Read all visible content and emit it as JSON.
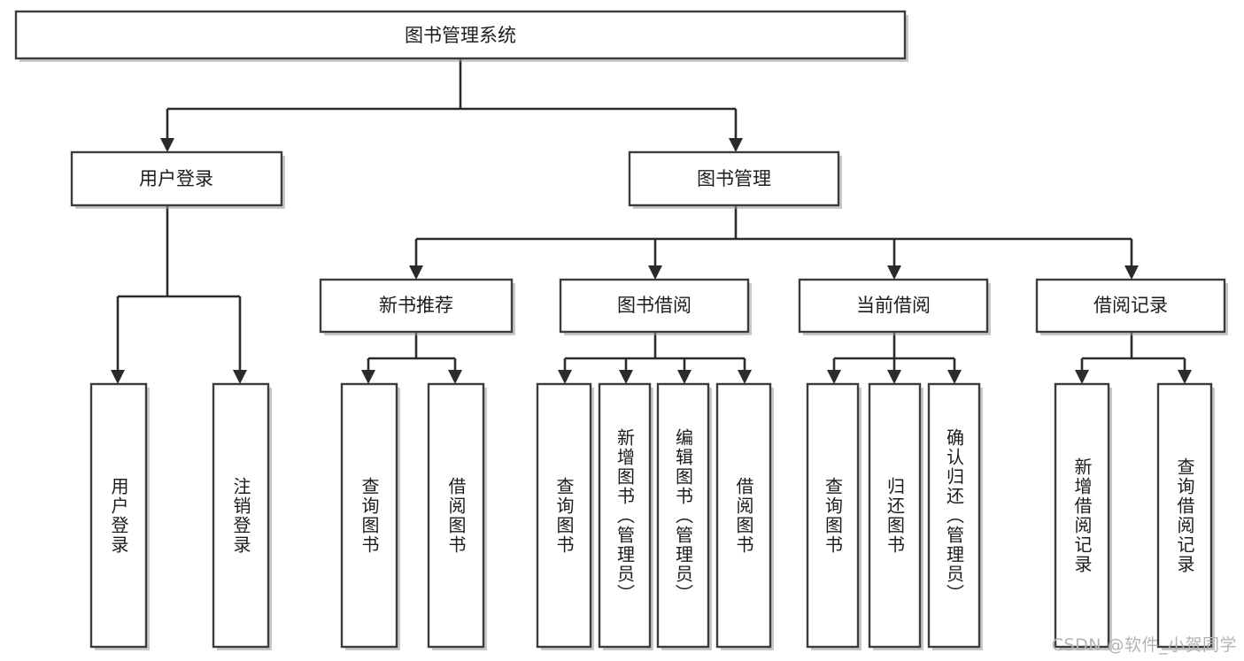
{
  "diagram": {
    "type": "tree",
    "title": "图书管理系统",
    "orientation": "top-down",
    "background_color": "#ffffff",
    "box_border_color": "#3c3c3c",
    "connector_color": "#2b2b2b",
    "text_color": "#1c1c1c"
  },
  "root": {
    "label": "图书管理系统"
  },
  "level2": [
    {
      "label": "用户登录"
    },
    {
      "label": "图书管理"
    }
  ],
  "level3": [
    {
      "label": "新书推荐"
    },
    {
      "label": "图书借阅"
    },
    {
      "label": "当前借阅"
    },
    {
      "label": "借阅记录"
    }
  ],
  "leaves": {
    "user_login": [
      {
        "label": "用户登录"
      },
      {
        "label": "注销登录"
      }
    ],
    "new_book": [
      {
        "label": "查询图书"
      },
      {
        "label": "借阅图书"
      }
    ],
    "book_borrow": [
      {
        "label": "查询图书"
      },
      {
        "label": "新增图书（管理员）"
      },
      {
        "label": "编辑图书（管理员）"
      },
      {
        "label": "借阅图书"
      }
    ],
    "current_borrow": [
      {
        "label": "查询图书"
      },
      {
        "label": "归还图书"
      },
      {
        "label": "确认归还（管理员）"
      }
    ],
    "borrow_record": [
      {
        "label": "新增借阅记录"
      },
      {
        "label": "查询借阅记录"
      }
    ]
  },
  "watermark": {
    "text": "CSDN @软件_小贺同学",
    "color": "#b3b3b3"
  }
}
